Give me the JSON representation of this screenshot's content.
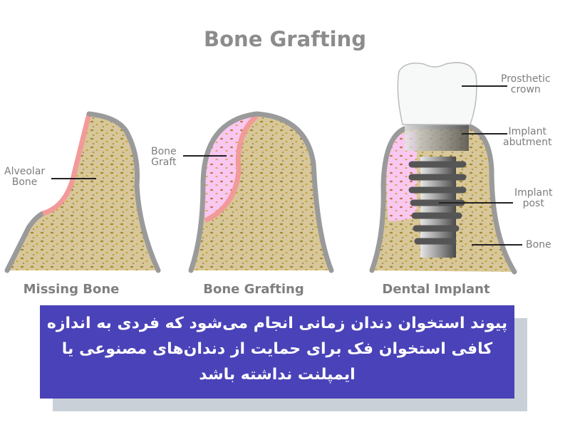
{
  "title": "Bone Grafting",
  "panels": [
    {
      "caption": "Missing Bone",
      "labels": [
        {
          "text_line1": "Alveolar",
          "text_line2": "Bone"
        }
      ]
    },
    {
      "caption": "Bone Grafting",
      "labels": [
        {
          "text_line1": "Bone",
          "text_line2": "Graft"
        }
      ]
    },
    {
      "caption": "Dental Implant",
      "labels": [
        {
          "text_line1": "Prosthetic",
          "text_line2": "crown"
        },
        {
          "text_line1": "Implant",
          "text_line2": "abutment"
        },
        {
          "text_line1": "Implant",
          "text_line2": "post"
        },
        {
          "text_line1": "Bone",
          "text_line2": ""
        }
      ]
    }
  ],
  "caption_box": {
    "line1": "پیوند استخوان دندان زمانی انجام می‌شود که فردی به اندازه",
    "line2": "کافی استخوان فک برای حمایت از دندان‌های مصنوعی یا",
    "line3": "ایمپلنت نداشته باشد",
    "bg_color": "#4a42b8",
    "shadow_color": "#c9d0d8"
  },
  "colors": {
    "bone_fill": "#d8c79a",
    "gum_outline": "#9a9a9a",
    "gum_pink": "#f29a9a",
    "graft_fill": "#f8c8f0",
    "title_gray": "#8c8c8c"
  }
}
